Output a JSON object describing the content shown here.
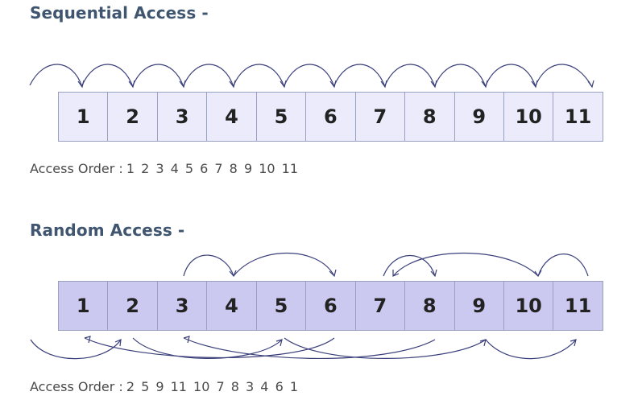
{
  "sequential": {
    "title": "Sequential Access -",
    "cells": [
      "1",
      "2",
      "3",
      "4",
      "5",
      "6",
      "7",
      "8",
      "9",
      "10",
      "11"
    ],
    "order_label": "Access Order :",
    "order_values": "1  2  3  4  5  6  7  8  9  10  11"
  },
  "random": {
    "title": "Random Access -",
    "cells": [
      "1",
      "2",
      "3",
      "4",
      "5",
      "6",
      "7",
      "8",
      "9",
      "10",
      "11"
    ],
    "order_label": "Access Order :",
    "order_values": "2  5  9  11  10  7  8  3  4  6  1"
  },
  "colors": {
    "title": "#3f5570",
    "sequential_fill": "#ecebfb",
    "random_fill": "#ccc9f0",
    "border": "#9aa0bf",
    "arrow": "#3a3f7a"
  }
}
